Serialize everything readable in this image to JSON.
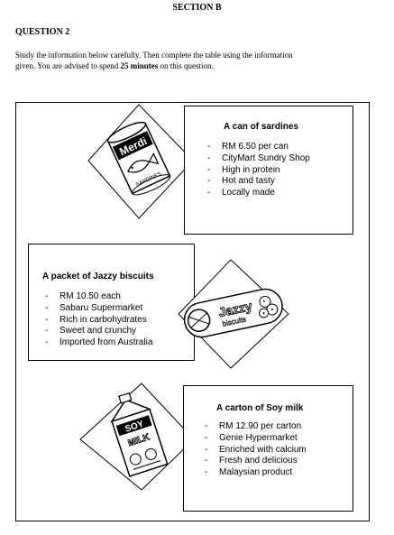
{
  "section": "SECTION B",
  "question": "QUESTION 2",
  "instructions": {
    "line1": "Study the  information below carefully.  Then complete the table using the information",
    "line2_prefix": "given.  You are advised to spend ",
    "line2_bold": "25 minutes",
    "line2_suffix": " on this question."
  },
  "products": [
    {
      "title": "A can of sardines",
      "details": [
        "RM 6.50 per can",
        "CityMart Sundry Shop",
        "High in protein",
        "Hot and tasty",
        "Locally made"
      ],
      "image_icon": "sardine-can-icon",
      "image_text": [
        "Merdi",
        "SARDINES"
      ]
    },
    {
      "title": "A packet of Jazzy biscuits",
      "details": [
        "RM 10.50 each",
        "Sabaru Supermarket",
        "Rich in carbohydrates",
        "Sweet and crunchy",
        "Imported from Australia"
      ],
      "image_icon": "biscuit-packet-icon",
      "image_text": [
        "Jazzy",
        "biscuits"
      ]
    },
    {
      "title": "A carton of Soy milk",
      "details": [
        "RM 12.90 per carton",
        "Genie Hypermarket",
        "Enriched with calcium",
        "Fresh and delicious",
        "Malaysian product"
      ],
      "image_icon": "milk-carton-icon",
      "image_text": [
        "SOY",
        "MILK"
      ]
    }
  ]
}
